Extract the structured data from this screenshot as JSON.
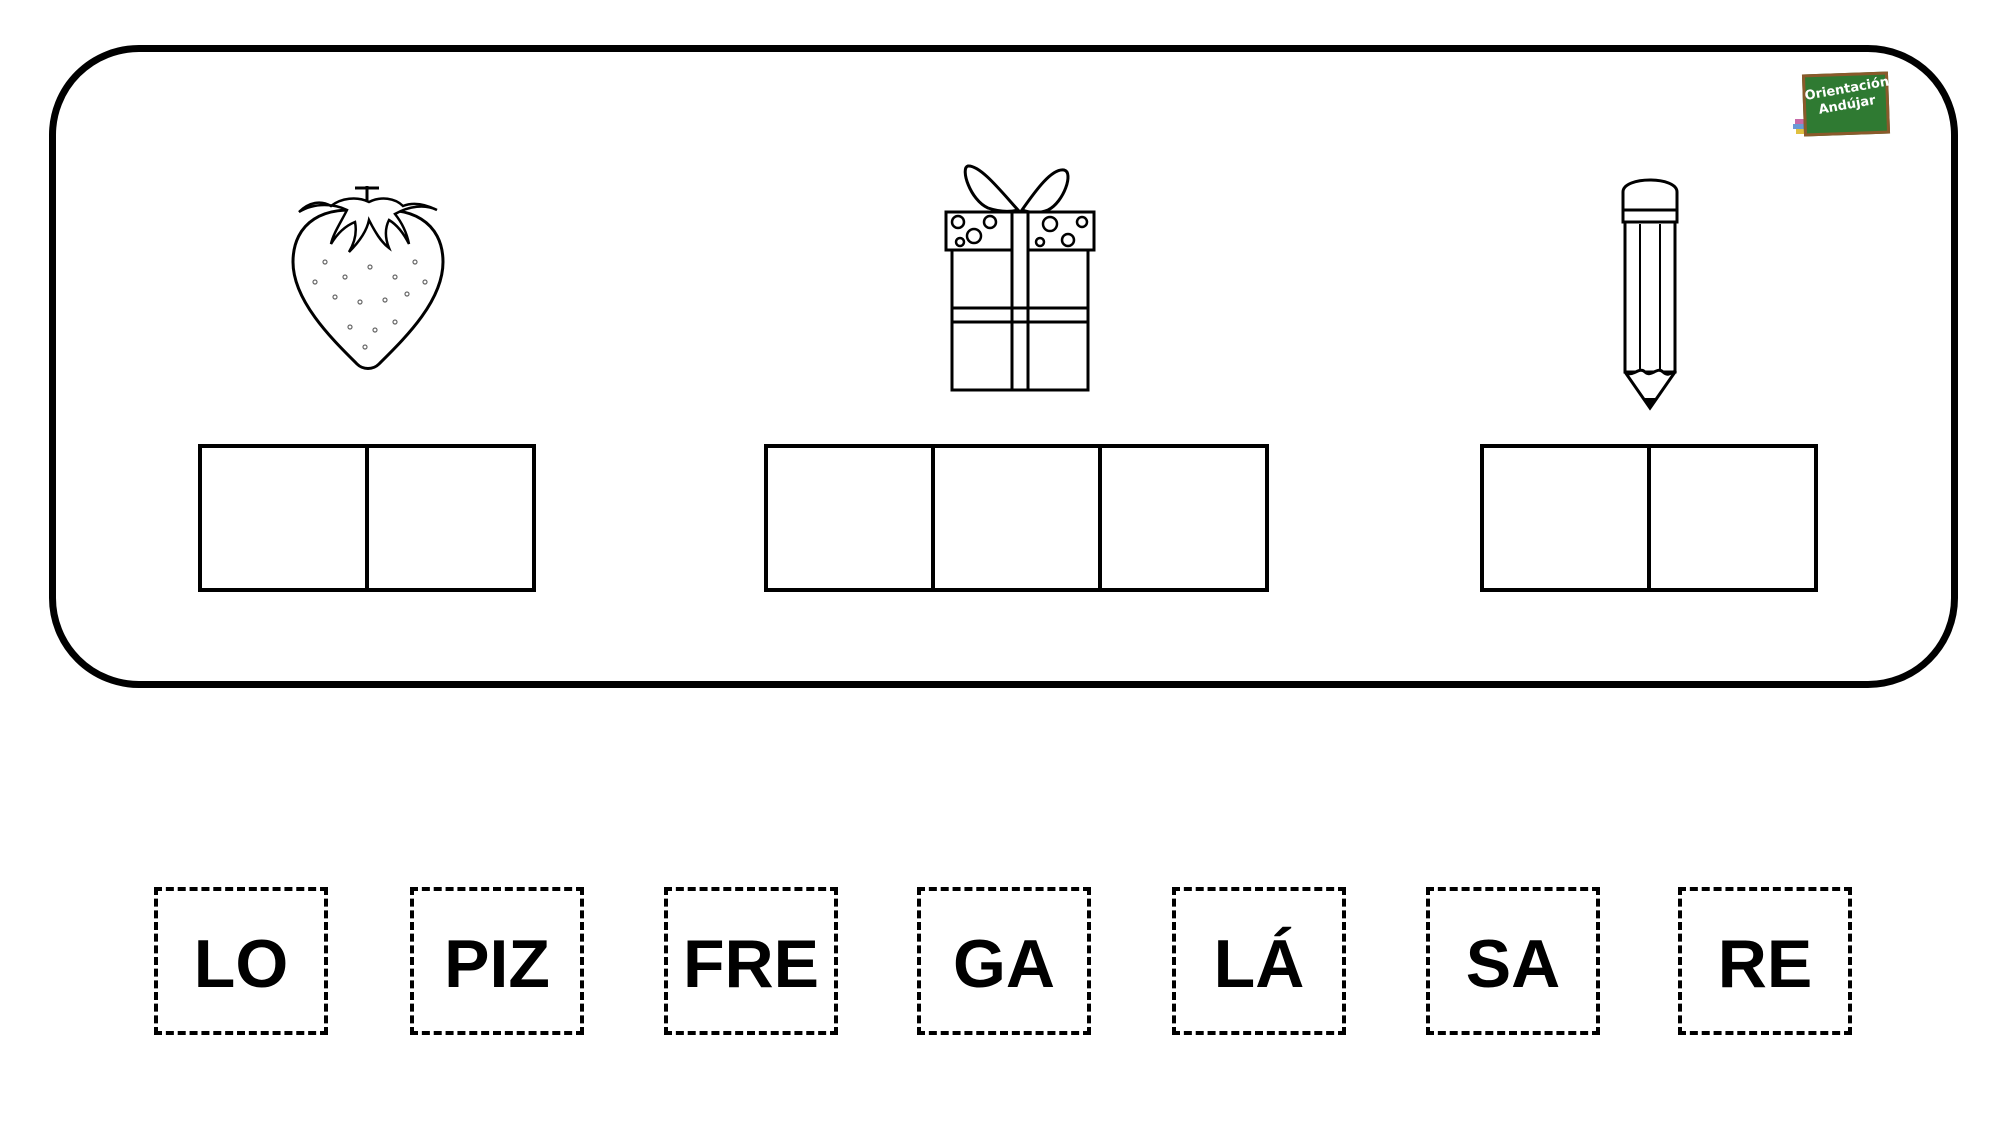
{
  "logo": {
    "text": "Orientación\nAndújar"
  },
  "pictures": [
    {
      "name": "strawberry",
      "icon": "strawberry-icon",
      "slots": 2
    },
    {
      "name": "gift",
      "icon": "gift-icon",
      "slots": 3
    },
    {
      "name": "pencil",
      "icon": "pencil-icon",
      "slots": 2
    }
  ],
  "syllables": [
    "LO",
    "PIZ",
    "FRE",
    "GA",
    "LÁ",
    "SA",
    "RE"
  ]
}
